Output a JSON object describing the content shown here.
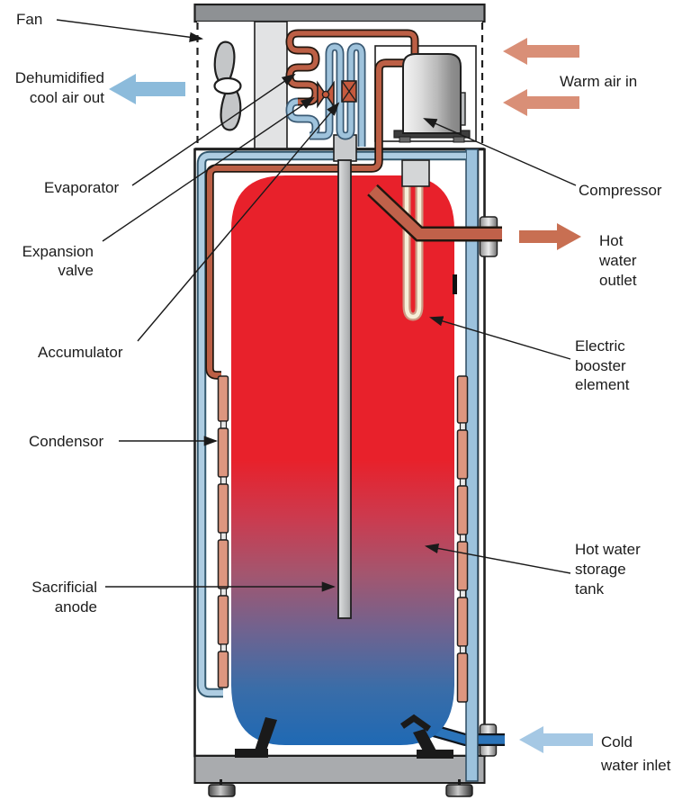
{
  "diagram": {
    "subject": "heat-pump-water-heater-cutaway",
    "labels": {
      "fan": "Fan",
      "dehumidified": {
        "line1": "Dehumidified",
        "line2": "cool air out"
      },
      "evaporator": "Evaporator",
      "expansion_valve": {
        "line1": "Expansion",
        "line2": "valve"
      },
      "accumulator": "Accumulator",
      "condensor": "Condensor",
      "sacrificial_anode": {
        "line1": "Sacrificial",
        "line2": "anode"
      },
      "warm_air_in": "Warm air in",
      "compressor": "Compressor",
      "hot_water_outlet": {
        "line1": "Hot",
        "line2": "water",
        "line3": "outlet"
      },
      "electric_booster": {
        "line1": "Electric",
        "line2": "booster",
        "line3": "element"
      },
      "hot_water_tank": {
        "line1": "Hot water",
        "line2": "storage",
        "line3": "tank"
      },
      "cold_water_inlet": {
        "line1": "Cold",
        "line2": "water inlet"
      }
    },
    "colors": {
      "tank_hot": "#e8212b",
      "tank_cold": "#1f69b4",
      "condenser_coil": "#dd967f",
      "refrigerant_hot_pipe": "#bc5f45",
      "refrigerant_cold_pipe": "#9fc3dc",
      "cold_water_pipe": "#2b74ba",
      "arrow_warm_air": "#d98f77",
      "arrow_cool_air": "#8cbbdb",
      "arrow_hot_water": "#c86f52",
      "arrow_cold_water": "#a5c8e4",
      "cabinet_gray": "#8e9194"
    }
  }
}
